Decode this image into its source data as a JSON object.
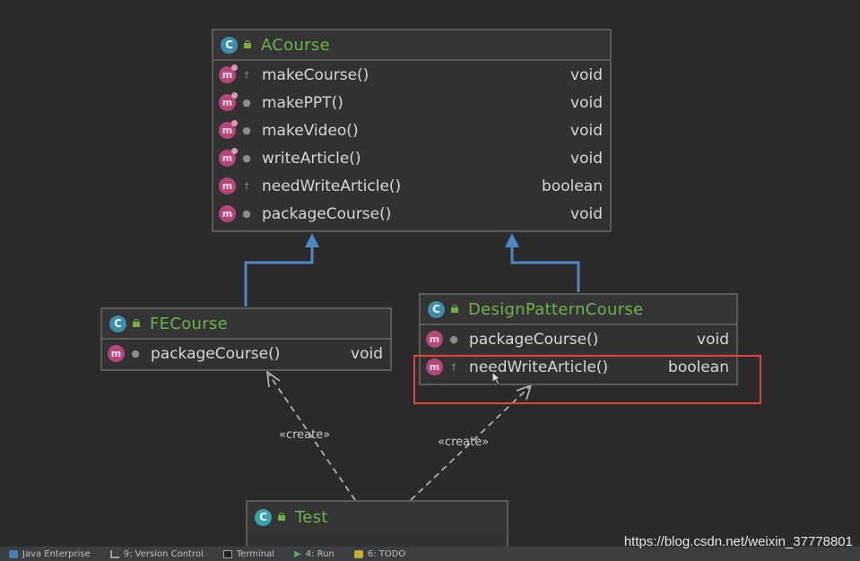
{
  "diagram": {
    "classes": {
      "acourse": {
        "name": "ACourse",
        "methods": [
          {
            "name": "makeCourse()",
            "type": "void",
            "visibility": "protected",
            "abstract": true
          },
          {
            "name": "makePPT()",
            "type": "void",
            "visibility": "package",
            "abstract": true
          },
          {
            "name": "makeVideo()",
            "type": "void",
            "visibility": "package",
            "abstract": true
          },
          {
            "name": "writeArticle()",
            "type": "void",
            "visibility": "package",
            "abstract": true
          },
          {
            "name": "needWriteArticle()",
            "type": "boolean",
            "visibility": "protected",
            "abstract": false
          },
          {
            "name": "packageCourse()",
            "type": "void",
            "visibility": "package",
            "abstract": false
          }
        ]
      },
      "fecourse": {
        "name": "FECourse",
        "methods": [
          {
            "name": "packageCourse()",
            "type": "void",
            "visibility": "package"
          }
        ]
      },
      "designpatterncourse": {
        "name": "DesignPatternCourse",
        "methods": [
          {
            "name": "packageCourse()",
            "type": "void",
            "visibility": "package"
          },
          {
            "name": "needWriteArticle()",
            "type": "boolean",
            "visibility": "protected"
          }
        ]
      },
      "test": {
        "name": "Test"
      }
    },
    "edges": {
      "create_left": "«create»",
      "create_right": "«create»"
    },
    "icons": {
      "class_letter": "C",
      "method_letter": "m"
    },
    "colors": {
      "class_name": "#68b34d",
      "inheritance_arrow": "#4f86c6",
      "highlight": "#e8403a"
    }
  },
  "statusbar": {
    "items": [
      {
        "label": "Java Enterprise",
        "icon": "java-enterprise-icon"
      },
      {
        "label": "9: Version Control",
        "icon": "version-control-icon"
      },
      {
        "label": "Terminal",
        "icon": "terminal-icon"
      },
      {
        "label": "4: Run",
        "icon": "run-icon"
      },
      {
        "label": "6: TODO",
        "icon": "todo-icon"
      }
    ]
  },
  "watermark": "https://blog.csdn.net/weixin_37778801"
}
